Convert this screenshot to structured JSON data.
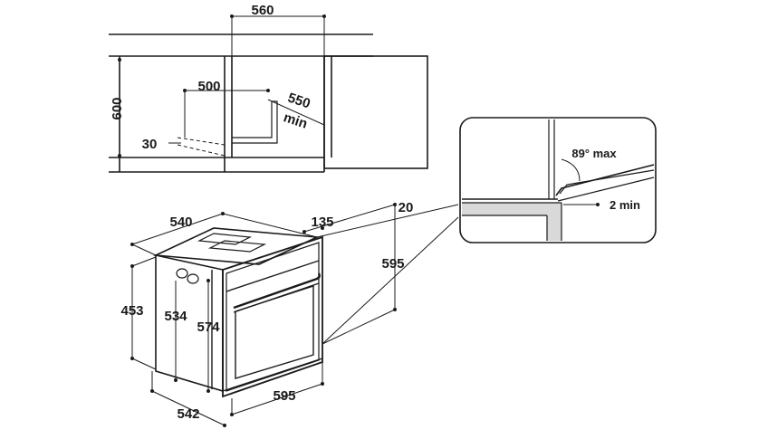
{
  "colors": {
    "line": "#1a1a1a",
    "background": "#ffffff",
    "shade": "#d9d9d9"
  },
  "cabinet": {
    "width_560": "560",
    "height_600": "600",
    "width_500": "500",
    "depth_550": "550",
    "min_label": "min",
    "gap_30": "30"
  },
  "oven": {
    "depth_540": "540",
    "offset_135": "135",
    "offset_20": "20",
    "height_595": "595",
    "height_453": "453",
    "height_534": "534",
    "height_574": "574",
    "width_595": "595",
    "depth_542": "542"
  },
  "detail": {
    "angle_label": "89° max",
    "gap_label": "2 min"
  }
}
